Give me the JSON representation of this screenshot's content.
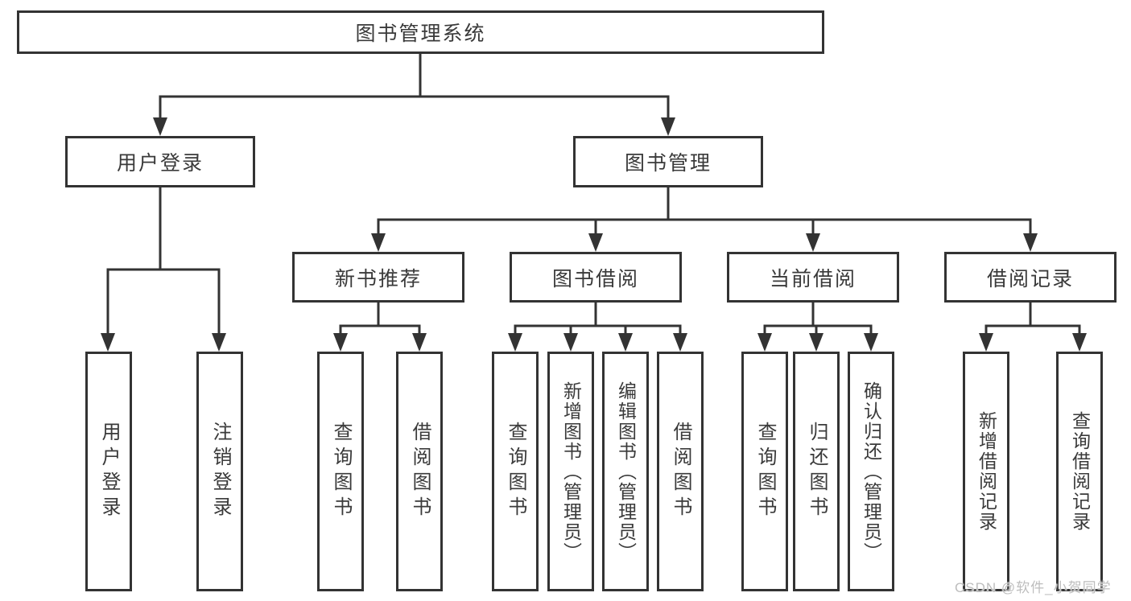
{
  "colors": {
    "line": "#333333",
    "box_border": "#333333",
    "text": "#3a3a3a",
    "background": "#ffffff",
    "watermark_text_color": "#bdbdbd"
  },
  "diagram": {
    "root": "图书管理系统",
    "level2": [
      "用户登录",
      "图书管理"
    ],
    "level3": [
      "新书推荐",
      "图书借阅",
      "当前借阅",
      "借阅记录"
    ],
    "leaves": [
      "用户登录",
      "注销登录",
      "查询图书",
      "借阅图书",
      "查询图书",
      "新增图书（管理员）",
      "编辑图书（管理员）",
      "借阅图书",
      "查询图书",
      "归还图书",
      "确认归还（管理员）",
      "新增借阅记录",
      "查询借阅记录"
    ]
  },
  "watermark": "CSDN @软件_小贺同学"
}
